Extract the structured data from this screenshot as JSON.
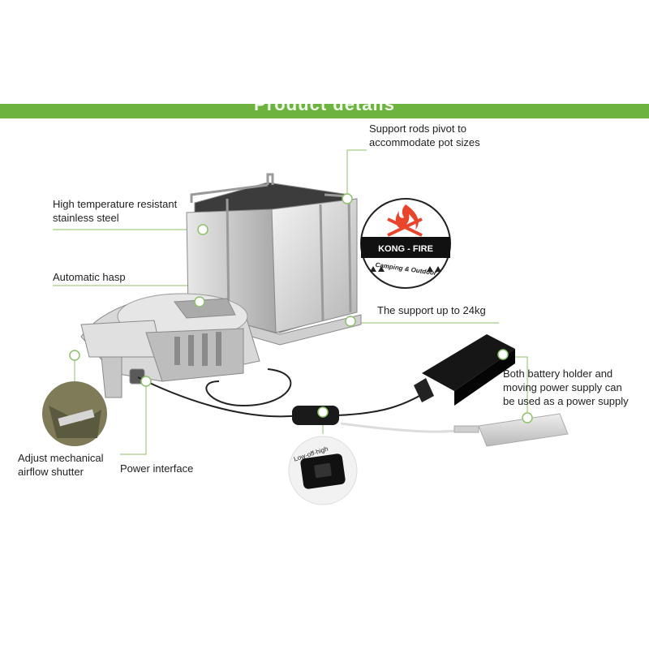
{
  "banner": {
    "title": "Product details"
  },
  "labels": {
    "support_rods": [
      "Support rods pivot to",
      "accommodate pot sizes"
    ],
    "steel": [
      "High temperature resistant",
      "stainless steel"
    ],
    "hasp": [
      "Automatic hasp"
    ],
    "support_weight": [
      "The support up to 24kg"
    ],
    "battery": [
      "Both battery holder and",
      "moving power supply can",
      "be used as a power supply"
    ],
    "airflow": [
      "Adjust mechanical",
      "airflow shutter"
    ],
    "power": [
      "Power interface"
    ]
  },
  "switch": {
    "label": "Low-off-high"
  },
  "logo": {
    "name": "KONG - FIRE",
    "tagline": "Camping & Outdoor"
  },
  "colors": {
    "accent": "#6cb33f",
    "flame": "#e8452c",
    "leader": "#8cc26a"
  }
}
